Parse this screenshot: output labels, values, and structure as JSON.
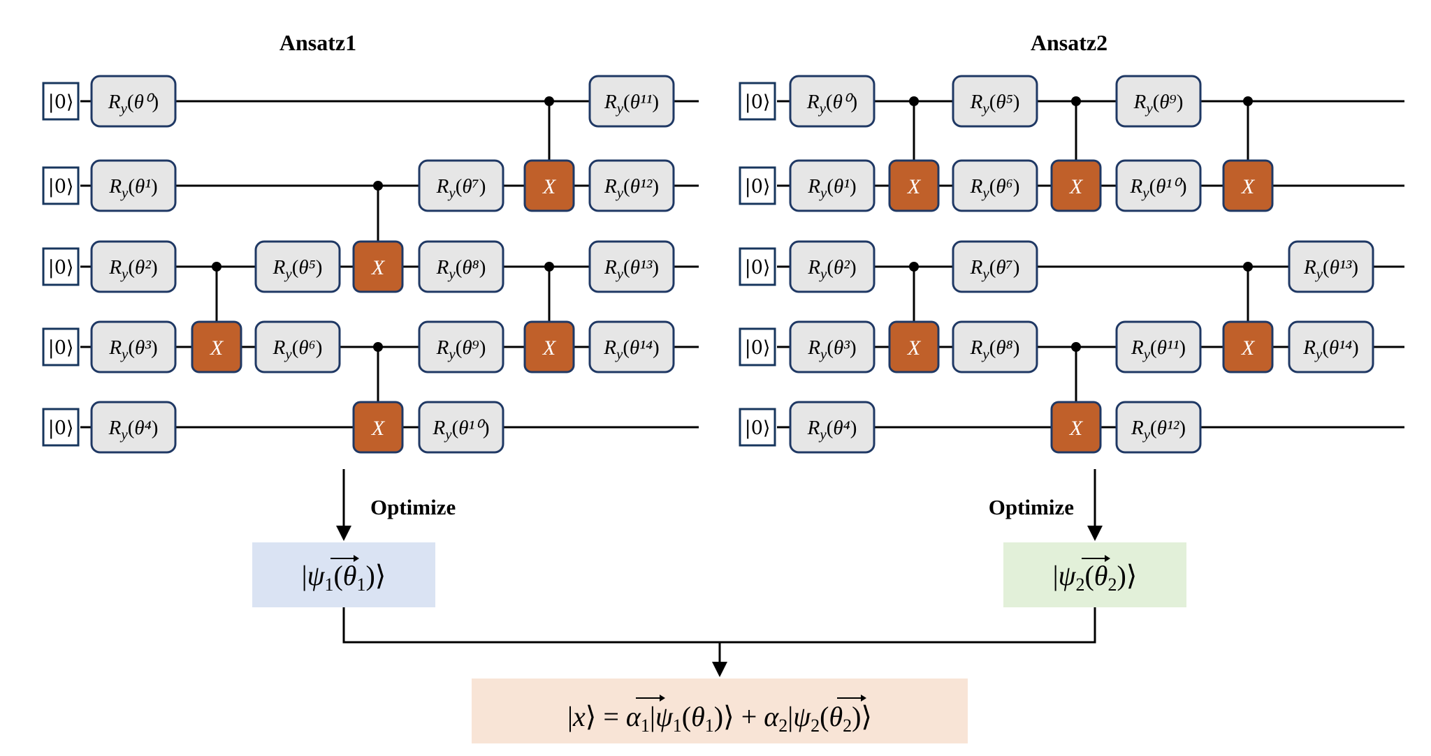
{
  "titles": {
    "left": "Ansatz1",
    "right": "Ansatz2"
  },
  "ket_label": "|0⟩",
  "gate_labels": {
    "x": "X",
    "ry_prefix": "R",
    "ry_sub": "y",
    "theta": "θ"
  },
  "optimize_label": "Optimize",
  "colors": {
    "ry_fill": "#e6e6e6",
    "x_fill": "#c0602a",
    "border": "#1f3864",
    "psi1_bg": "#dae3f3",
    "psi2_bg": "#e2f0d9",
    "combo_bg": "#f8e4d6"
  },
  "ansatz1": {
    "ry_gates": [
      {
        "qubit": 0,
        "index": 0
      },
      {
        "qubit": 1,
        "index": 1
      },
      {
        "qubit": 2,
        "index": 2
      },
      {
        "qubit": 3,
        "index": 3
      },
      {
        "qubit": 4,
        "index": 4
      },
      {
        "qubit": 2,
        "index": 5
      },
      {
        "qubit": 3,
        "index": 6
      },
      {
        "qubit": 1,
        "index": 7
      },
      {
        "qubit": 2,
        "index": 8
      },
      {
        "qubit": 3,
        "index": 9
      },
      {
        "qubit": 4,
        "index": 10
      },
      {
        "qubit": 0,
        "index": 11
      },
      {
        "qubit": 1,
        "index": 12
      },
      {
        "qubit": 2,
        "index": 13
      },
      {
        "qubit": 3,
        "index": 14
      }
    ],
    "cnots": [
      {
        "control": 2,
        "target": 3
      },
      {
        "control": 1,
        "target": 2
      },
      {
        "control": 3,
        "target": 4
      },
      {
        "control": 0,
        "target": 1
      },
      {
        "control": 2,
        "target": 3
      }
    ]
  },
  "ansatz2": {
    "ry_gates": [
      {
        "qubit": 0,
        "index": 0
      },
      {
        "qubit": 1,
        "index": 1
      },
      {
        "qubit": 2,
        "index": 2
      },
      {
        "qubit": 3,
        "index": 3
      },
      {
        "qubit": 4,
        "index": 4
      },
      {
        "qubit": 0,
        "index": 5
      },
      {
        "qubit": 1,
        "index": 6
      },
      {
        "qubit": 2,
        "index": 7
      },
      {
        "qubit": 3,
        "index": 8
      },
      {
        "qubit": 0,
        "index": 9
      },
      {
        "qubit": 1,
        "index": 10
      },
      {
        "qubit": 3,
        "index": 11
      },
      {
        "qubit": 4,
        "index": 12
      },
      {
        "qubit": 2,
        "index": 13
      },
      {
        "qubit": 3,
        "index": 14
      }
    ],
    "cnots": [
      {
        "control": 0,
        "target": 1
      },
      {
        "control": 2,
        "target": 3
      },
      {
        "control": 0,
        "target": 1
      },
      {
        "control": 3,
        "target": 4
      },
      {
        "control": 0,
        "target": 1
      },
      {
        "control": 2,
        "target": 3
      }
    ]
  },
  "states": {
    "psi1": "|ψ₁(θ₁)⟩",
    "psi2": "|ψ₂(θ₂)⟩",
    "combination": "|x⟩ = α₁|ψ₁(θ₁)⟩ + α₂|ψ₂(θ₂)⟩"
  }
}
